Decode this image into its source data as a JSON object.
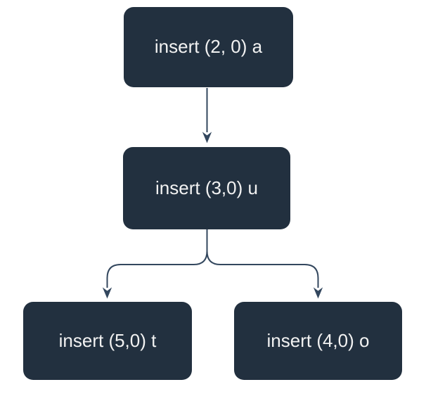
{
  "diagram": {
    "type": "flowchart-top-down",
    "colors": {
      "background": "#ffffff",
      "node_fill": "#22303f",
      "edge": "#33475e",
      "text": "#f2f2f2"
    },
    "nodes": [
      {
        "label": "insert (2, 0) a"
      },
      {
        "label": "insert (3,0) u"
      },
      {
        "label": "insert (5,0) t"
      },
      {
        "label": "insert (4,0) o"
      }
    ],
    "edges": [
      {
        "from": "insert (2, 0) a",
        "to": "insert (3,0) u"
      },
      {
        "from": "insert (3,0) u",
        "to": "insert (5,0) t"
      },
      {
        "from": "insert (3,0) u",
        "to": "insert (4,0) o"
      }
    ]
  }
}
